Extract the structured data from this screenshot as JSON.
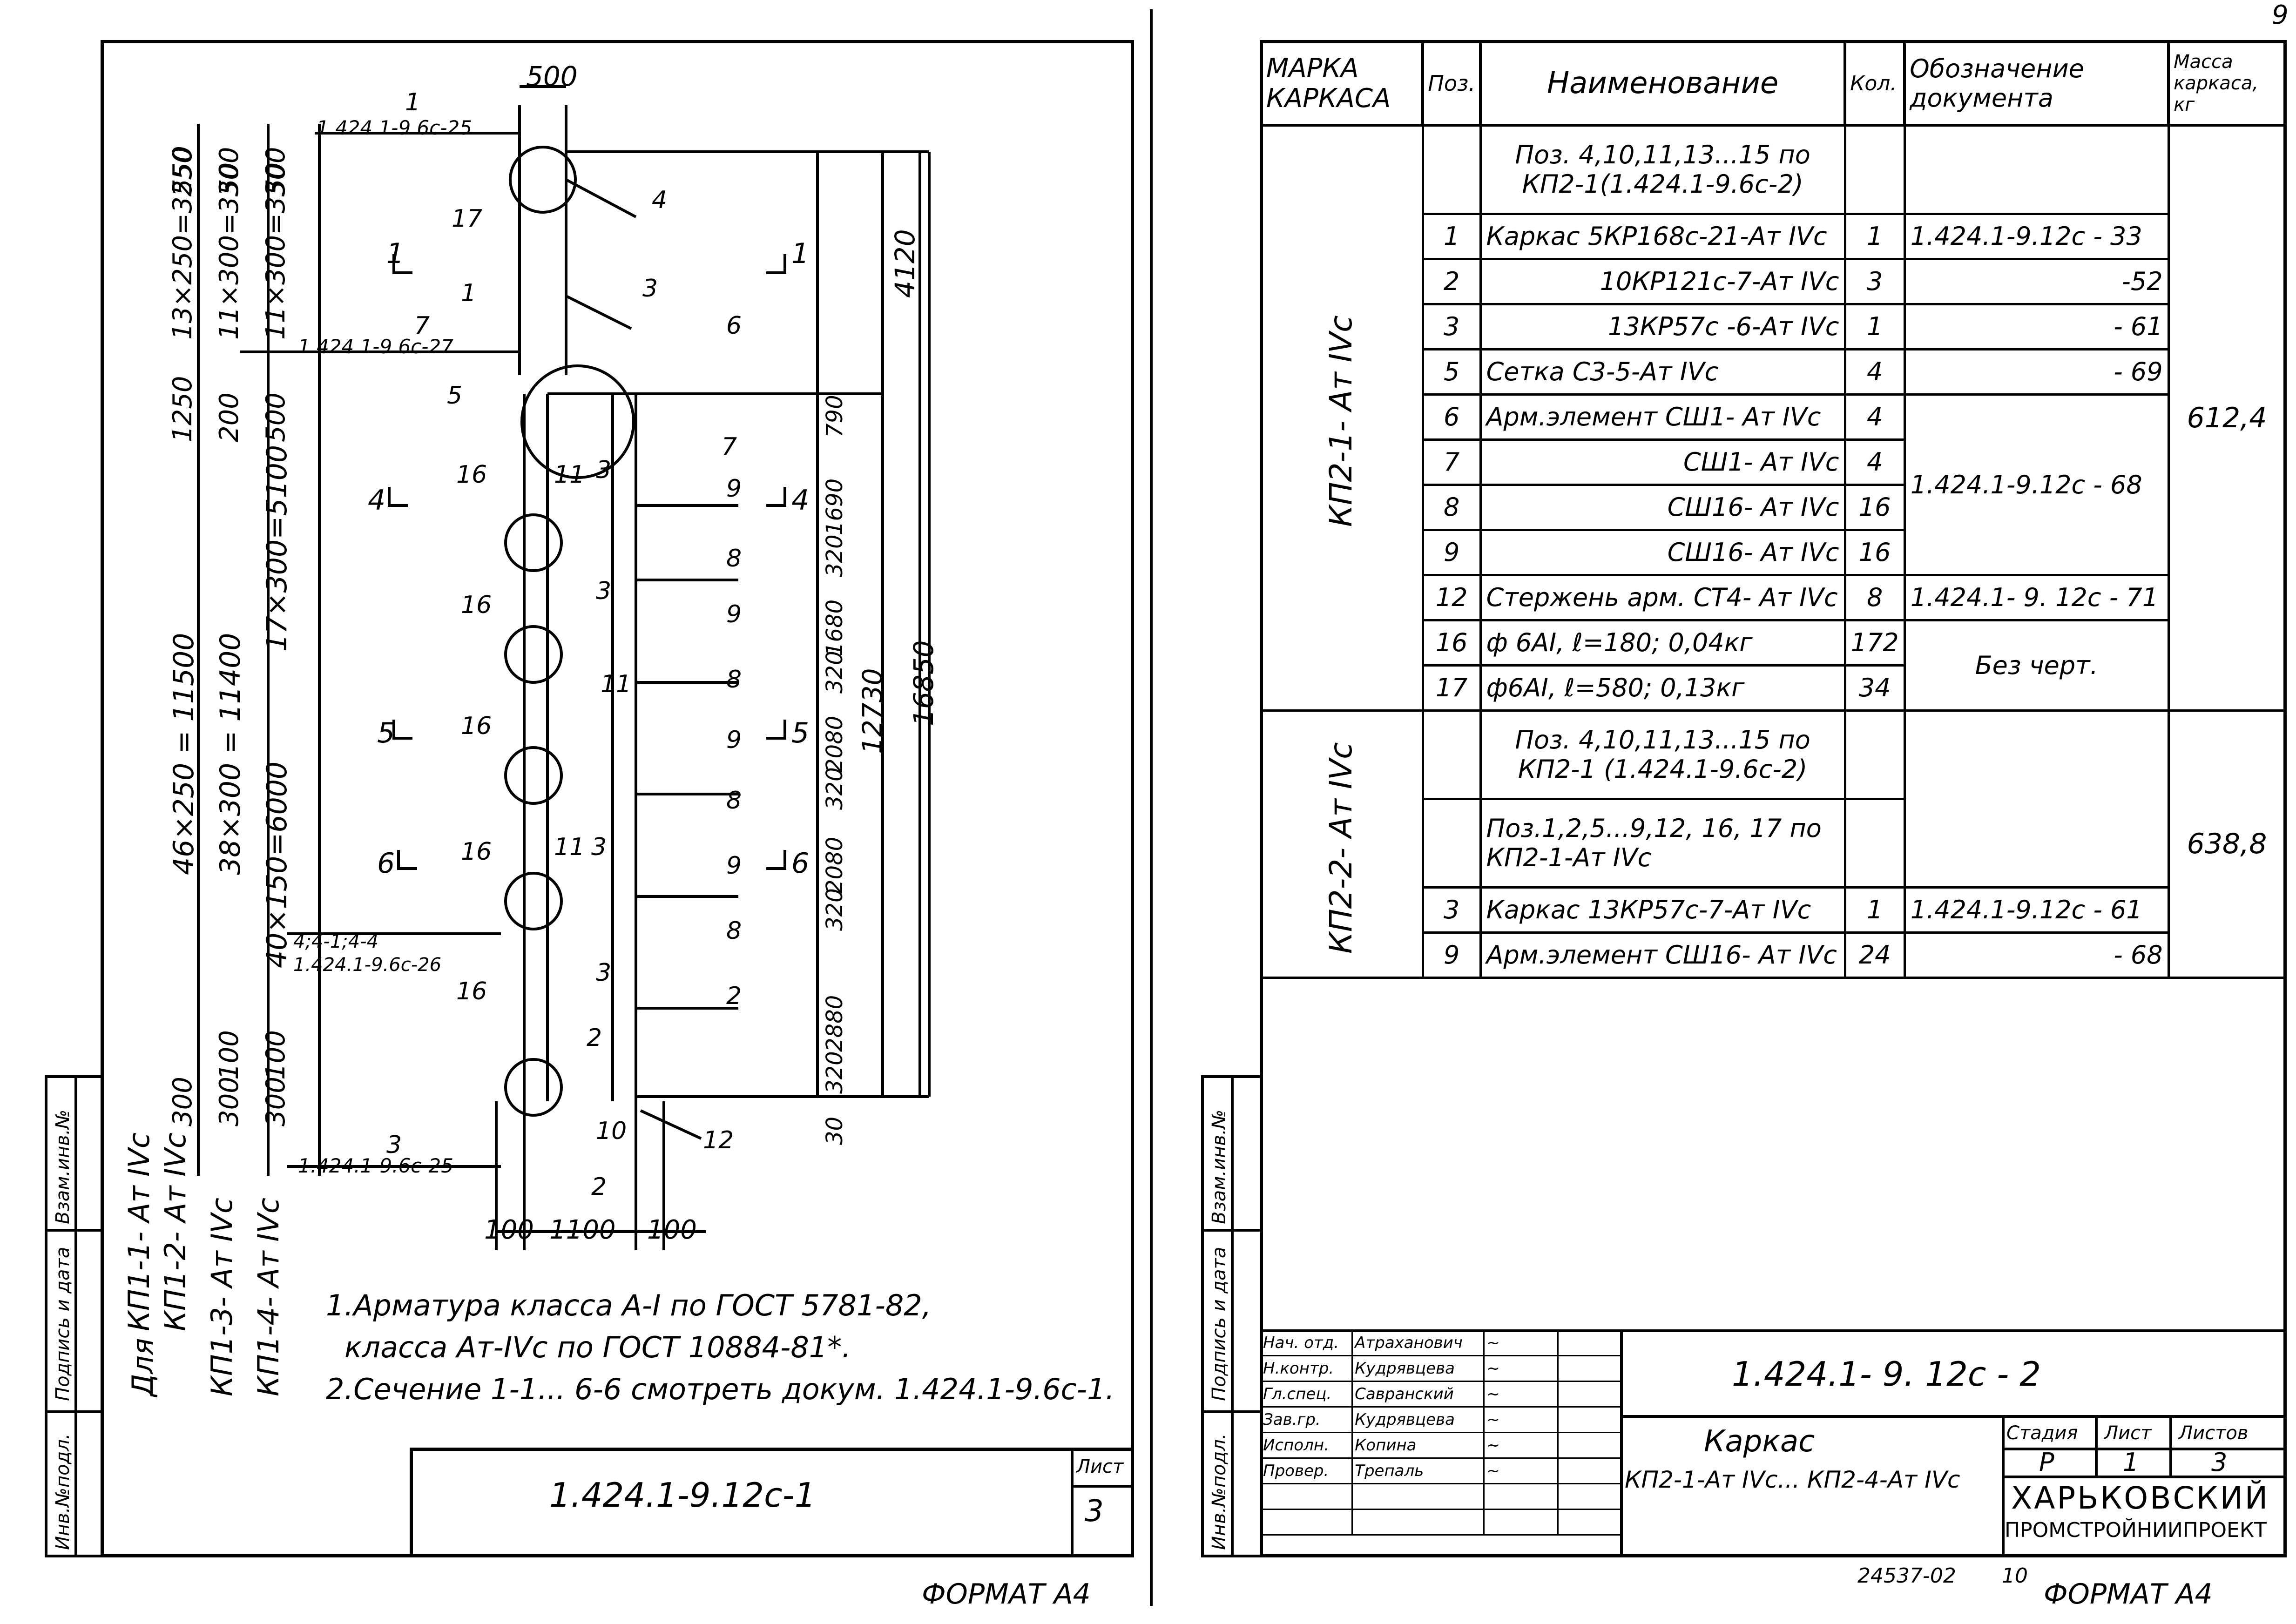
{
  "page_number": "9",
  "left_sheet": {
    "format": "ФОРМАТ А4",
    "stamp": {
      "code": "1.424.1-9.12с-1",
      "sheet_label": "Лист",
      "sheet": "3"
    },
    "side_labels": [
      "Инв.№подл.",
      "Подпись и дата",
      "Взам.инв.№"
    ],
    "notes": [
      "1.Арматура класса А-I по ГОСТ 5781-82,",
      "  класса Ат-IVс по ГОСТ 10884-81*.",
      "2.Сечение 1-1... 6-6 смотреть докум. 1.424.1-9.6с-1."
    ],
    "variant_labels": {
      "for": "Для",
      "row1a": "КП1-1- Ат IVс",
      "row1b": "КП1-2- Ат IVс",
      "row2": "КП1-3- Ат IVс",
      "row3": "КП1-4- Ат IVс"
    },
    "dims": {
      "top_width": "500",
      "bottom_widths": [
        "100",
        "1100",
        "100"
      ],
      "col1": [
        "550",
        "13×250=3250",
        "1250",
        "46×250 = 11500",
        "300"
      ],
      "col2": [
        "50",
        "11×300=3300",
        "200",
        "38×300 = 11400",
        "300",
        "100"
      ],
      "col3": [
        "50",
        "11×300=3300",
        "500",
        "17×300=5100",
        "40×150=6000",
        "100",
        "300"
      ],
      "right1": [
        "4120",
        "16850"
      ],
      "right2": [
        "790",
        "1690",
        "320",
        "1680",
        "320",
        "2080",
        "320",
        "2080",
        "320",
        "2880",
        "320",
        "30"
      ],
      "right3": "12730"
    },
    "refs": {
      "r1": "1.424.1-9.6с-25",
      "r2": "1.424.1-9.6с-27",
      "r3": "1.424.1-9.6с-26",
      "r4": "1.424.1-9.6с-25",
      "r3_pre": "4;4-1;4-4"
    },
    "callouts": [
      "1",
      "17",
      "4",
      "3",
      "1",
      "7",
      "6",
      "5",
      "7",
      "16",
      "11",
      "3",
      "9",
      "8",
      "16",
      "9",
      "8",
      "11",
      "16",
      "9",
      "8",
      "16",
      "11",
      "3",
      "9",
      "8",
      "2",
      "16",
      "2",
      "10",
      "12",
      "3",
      "3",
      "2",
      "3"
    ],
    "sections": [
      "1",
      "1",
      "4",
      "4",
      "5",
      "5",
      "6",
      "6"
    ]
  },
  "right_sheet": {
    "format": "ФОРМАТ А4",
    "footer_code": "24537-02",
    "footer_num": "10",
    "side_labels": [
      "Инв.№подл.",
      "Подпись и дата",
      "Взам.инв.№"
    ],
    "table": {
      "headers": [
        "МАРКА КАРКАСА",
        "Поз.",
        "Наименование",
        "Кол.",
        "Обозначение документа",
        "Масса каркаса, кг"
      ],
      "group1": {
        "mark": "КП2-1- Ат IVс",
        "mass": "612,4",
        "rows": [
          {
            "pos": "",
            "name": "Поз. 4,10,11,13...15 по КП2-1(1.424.1-9.6с-2)",
            "qty": "",
            "doc": ""
          },
          {
            "pos": "1",
            "name": "Каркас 5КР168с-21-Ат IVс",
            "qty": "1",
            "doc": "1.424.1-9.12с - 33"
          },
          {
            "pos": "2",
            "name": "10КР121с-7-Ат IVс",
            "qty": "3",
            "doc": "-52"
          },
          {
            "pos": "3",
            "name": "13КР57с -6-Ат IVс",
            "qty": "1",
            "doc": "- 61"
          },
          {
            "pos": "5",
            "name": "Сетка  С3-5-Ат IVс",
            "qty": "4",
            "doc": "- 69"
          },
          {
            "pos": "6",
            "name": "Арм.элемент СШ1- Ат IVс",
            "qty": "4",
            "doc": ""
          },
          {
            "pos": "7",
            "name": "СШ1- Ат IVс",
            "qty": "4",
            "doc": "1.424.1-9.12с - 68"
          },
          {
            "pos": "8",
            "name": "СШ16- Ат IVс",
            "qty": "16",
            "doc": ""
          },
          {
            "pos": "9",
            "name": "СШ16- Ат IVс",
            "qty": "16",
            "doc": ""
          },
          {
            "pos": "12",
            "name": "Стержень арм. СТ4- Ат IVс",
            "qty": "8",
            "doc": "1.424.1- 9. 12с - 71"
          },
          {
            "pos": "16",
            "name": "ф 6АI, ℓ=180;  0,04кг",
            "qty": "172",
            "doc": "Без черт."
          },
          {
            "pos": "17",
            "name": "ф6АI, ℓ=580;  0,13кг",
            "qty": "34",
            "doc": ""
          }
        ]
      },
      "group2": {
        "mark": "КП2-2- Ат IVс",
        "mass": "638,8",
        "rows": [
          {
            "pos": "",
            "name": "Поз. 4,10,11,13...15 по КП2-1 (1.424.1-9.6с-2)",
            "qty": "",
            "doc": ""
          },
          {
            "pos": "",
            "name": "Поз.1,2,5...9,12, 16, 17 по КП2-1-Ат IVс",
            "qty": "",
            "doc": ""
          },
          {
            "pos": "3",
            "name": "Каркас  13КР57с-7-Ат IVс",
            "qty": "1",
            "doc": "1.424.1-9.12с - 61"
          },
          {
            "pos": "9",
            "name": "Арм.элемент СШ16- Ат IVс",
            "qty": "24",
            "doc": "- 68"
          }
        ]
      }
    },
    "stamp": {
      "code": "1.424.1- 9. 12с - 2",
      "title1": "Каркас",
      "title2": "КП2-1-Ат IVс... КП2-4-Ат IVс",
      "stage_label": "Стадия",
      "sheet_label": "Лист",
      "sheets_label": "Листов",
      "stage": "Р",
      "sheet": "1",
      "sheets": "3",
      "org1": "ХАРЬКОВСКИЙ",
      "org2": "ПРОМСТРОЙНИИПРОЕКТ",
      "people": [
        {
          "role": "Нач. отд.",
          "name": "Атраханович"
        },
        {
          "role": "Н.контр.",
          "name": "Кудрявцева"
        },
        {
          "role": "Гл.спец.",
          "name": "Савранский"
        },
        {
          "role": "Зав.гр.",
          "name": "Кудрявцева"
        },
        {
          "role": "Исполн.",
          "name": "Копина"
        },
        {
          "role": "Провер.",
          "name": "Трепаль"
        }
      ]
    }
  }
}
